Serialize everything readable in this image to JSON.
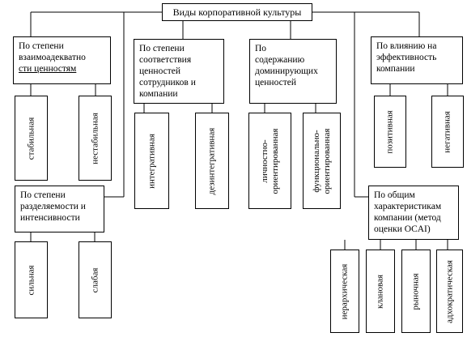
{
  "diagram": {
    "root": "Виды корпоративной культуры",
    "categories": [
      {
        "id": "values-adequacy",
        "title_lines": [
          "По степени",
          "взаимоадекватно",
          "сти ценностям"
        ],
        "leaves": [
          "стабильная",
          "нестабильная"
        ]
      },
      {
        "id": "values-correspondence",
        "title_lines": [
          "По степени",
          "соответствия",
          "ценностей",
          "сотрудников и",
          "компании"
        ],
        "leaves": [
          "интегративная",
          "дезинтегративная"
        ]
      },
      {
        "id": "dominant-values",
        "title_lines": [
          "По",
          "содержанию",
          "доминирующих",
          "ценностей"
        ],
        "leaves": [
          "личностно-\nориентированная",
          "функционально-\nориентированная"
        ]
      },
      {
        "id": "effectiveness",
        "title_lines": [
          "По влиянию на",
          "эффективность",
          "компании"
        ],
        "leaves": [
          "позитивная",
          "негативная"
        ]
      },
      {
        "id": "sharing-intensity",
        "title_lines": [
          "По степени",
          "разделяемости и",
          "интенсивности"
        ],
        "leaves": [
          "сильная",
          "слабая"
        ]
      },
      {
        "id": "ocai",
        "title_lines": [
          "По общим",
          "характеристикам",
          "компании (метод",
          "оценки OCAI)"
        ],
        "leaves": [
          "иерархическая",
          "клановая",
          "рыночная",
          "адхократическая"
        ]
      }
    ]
  }
}
